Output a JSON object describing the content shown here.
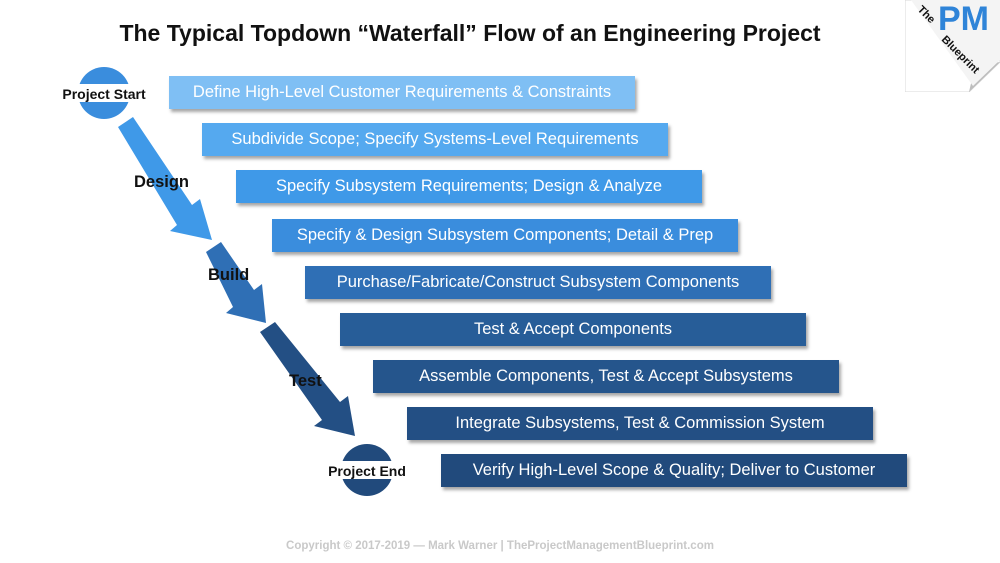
{
  "title": "The Typical Topdown “Waterfall” Flow of an Engineering Project",
  "steps": [
    {
      "label": "Define High-Level Customer Requirements & Constraints",
      "color": "#7fbff4"
    },
    {
      "label": "Subdivide Scope; Specify Systems-Level Requirements",
      "color": "#55a9ef"
    },
    {
      "label": "Specify Subsystem Requirements; Design & Analyze",
      "color": "#3f99e8"
    },
    {
      "label": "Specify & Design Subsystem Components; Detail & Prep",
      "color": "#3a8ddd"
    },
    {
      "label": "Purchase/Fabricate/Construct Subsystem Components",
      "color": "#2f6fb5"
    },
    {
      "label": "Test & Accept Components",
      "color": "#275d98"
    },
    {
      "label": "Assemble Components, Test & Accept Subsystems",
      "color": "#25558c"
    },
    {
      "label": "Integrate Subsystems, Test & Commission System",
      "color": "#234f84"
    },
    {
      "label": "Verify High-Level Scope & Quality; Deliver to Customer",
      "color": "#214a7c"
    }
  ],
  "phases": {
    "design": "Design",
    "build": "Build",
    "test": "Test"
  },
  "nodes": {
    "start": "Project Start",
    "end": "Project End"
  },
  "badge": {
    "text_big": "PM",
    "text_small_1": "The",
    "text_small_2": "Blueprint"
  },
  "copyright": "Copyright © 2017-2019 — Mark Warner | TheProjectManagementBlueprint.com"
}
